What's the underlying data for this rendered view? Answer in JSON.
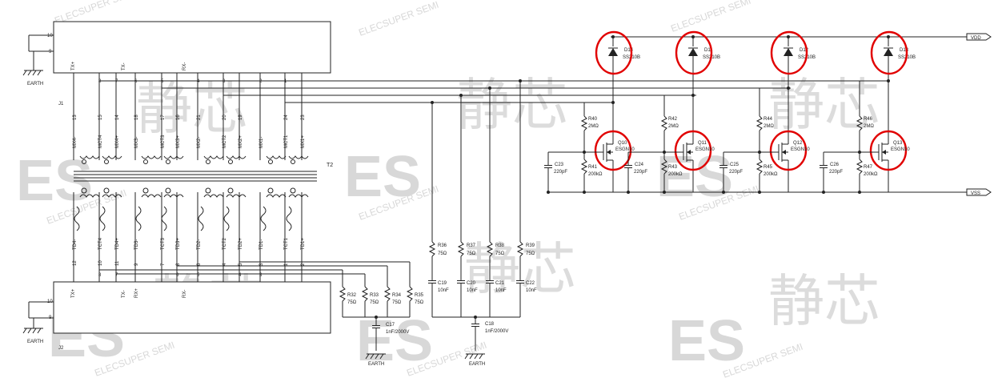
{
  "watermark": {
    "text": "ELECSUPER SEMI",
    "logo": "ES",
    "cn": "静芯"
  },
  "connector_top": {
    "pins_left": [
      "10",
      "9"
    ],
    "pins_bottom": [
      "TX+",
      "TX-",
      "RX-"
    ],
    "earth": "EARTH",
    "ref": "J1"
  },
  "connector_bottom": {
    "pins_left": [
      "10",
      "9"
    ],
    "pins_top": [
      "TX+",
      "TX-",
      "RX+",
      "RX-"
    ],
    "earth": "EARTH",
    "ref": "J2"
  },
  "transformer": {
    "ref": "T2",
    "top_pins": [
      "13",
      "15",
      "14",
      "18",
      "17",
      "16",
      "21",
      "20",
      "19",
      "24",
      "23"
    ],
    "top_signals": [
      "MX4-",
      "MCT4",
      "MX4+",
      "MX3-",
      "MCT3",
      "MX3+",
      "MX2-",
      "MCT2",
      "MX2+",
      "MX1-",
      "MCT1",
      "MX1+"
    ],
    "bottom_signals": [
      "TD4-",
      "TCT4",
      "TD4+",
      "TD3-",
      "TCT3",
      "TD3+",
      "TD2-",
      "TCT2",
      "TD2+",
      "TD1-",
      "TCT1",
      "TD1+"
    ],
    "bottom_pins": [
      "12",
      "10",
      "11",
      "9",
      "7",
      "8",
      "6",
      "4",
      "5",
      "3",
      "1",
      "2"
    ],
    "connector_top_pins": [
      "8",
      "7",
      "6",
      "5",
      "4",
      "3",
      "2",
      "1"
    ],
    "connector_bottom_pins": [
      "8",
      "7",
      "6",
      "5",
      "4",
      "3"
    ]
  },
  "termination": {
    "resistors": [
      {
        "ref": "R32",
        "value": "75Ω"
      },
      {
        "ref": "R33",
        "value": "75Ω"
      },
      {
        "ref": "R34",
        "value": "75Ω"
      },
      {
        "ref": "R35",
        "value": "75Ω"
      }
    ],
    "cap": {
      "ref": "C17",
      "value": "1nF/2000V"
    },
    "earth": "EARTH"
  },
  "termination2": {
    "resistors": [
      {
        "ref": "R36",
        "value": "75Ω"
      },
      {
        "ref": "R37",
        "value": "75Ω"
      },
      {
        "ref": "R38",
        "value": "75Ω"
      },
      {
        "ref": "R39",
        "value": "75Ω"
      }
    ],
    "caps": [
      {
        "ref": "C19",
        "value": "10nF"
      },
      {
        "ref": "C20",
        "value": "10nF"
      },
      {
        "ref": "C21",
        "value": "10nF"
      },
      {
        "ref": "C22",
        "value": "10nF"
      }
    ],
    "bulk_cap": {
      "ref": "C18",
      "value": "1nF/2000V"
    },
    "earth": "EARTH"
  },
  "rails": {
    "vdd": "VDD",
    "vss": "VSS"
  },
  "diodes": [
    {
      "ref": "D14",
      "part": "SS210B"
    },
    {
      "ref": "D11",
      "part": "SS210B"
    },
    {
      "ref": "D12",
      "part": "SS210B"
    },
    {
      "ref": "D13",
      "part": "SS210B"
    }
  ],
  "stages": [
    {
      "r_top": "R40",
      "r_top_val": "2MΩ",
      "r_bot": "R41",
      "r_bot_val": "200kΩ",
      "cap": "C23",
      "cap_val": "220pF",
      "q": "Q10",
      "q_part": "ESGN10"
    },
    {
      "r_top": "R42",
      "r_top_val": "2MΩ",
      "r_bot": "R43",
      "r_bot_val": "200kΩ",
      "cap": "C24",
      "cap_val": "220pF",
      "q": "Q11",
      "q_part": "ESGN10"
    },
    {
      "r_top": "R44",
      "r_top_val": "2MΩ",
      "r_bot": "R45",
      "r_bot_val": "200kΩ",
      "cap": "C25",
      "cap_val": "220pF",
      "q": "Q12",
      "q_part": "ESGN10"
    },
    {
      "r_top": "R46",
      "r_top_val": "2MΩ",
      "r_bot": "R47",
      "r_bot_val": "200kΩ",
      "cap": "C26",
      "cap_val": "220pF",
      "q": "Q13",
      "q_part": "ESGN10"
    }
  ],
  "highlight_color": "#e10000"
}
